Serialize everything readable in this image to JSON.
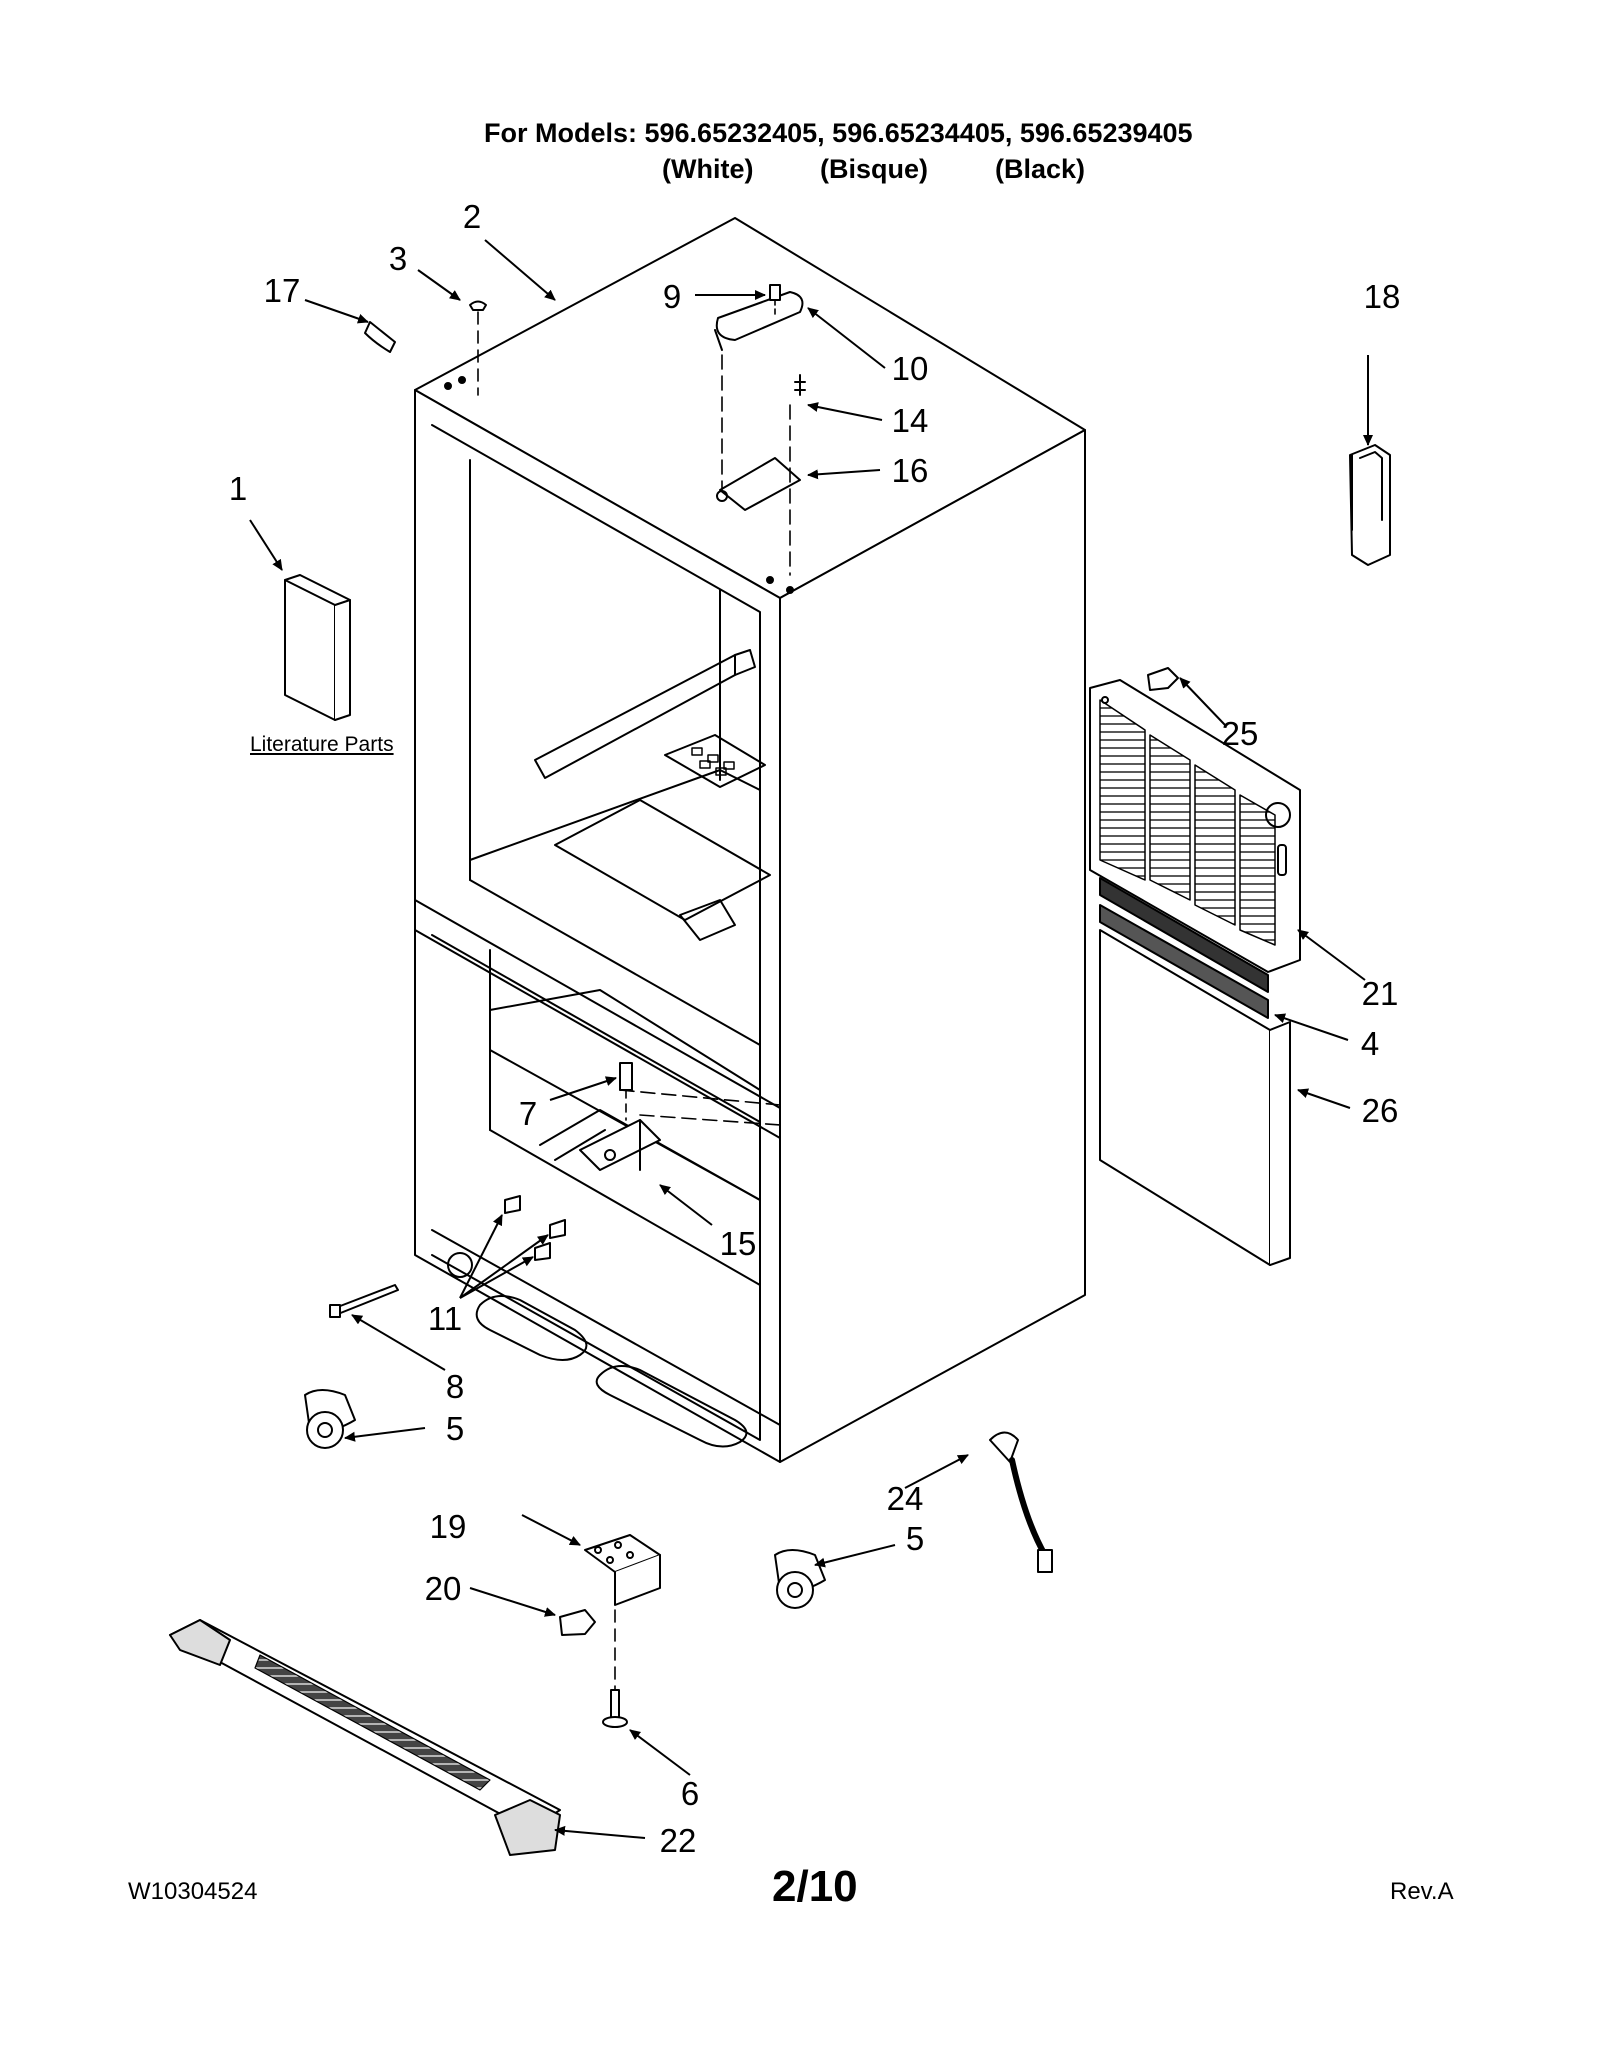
{
  "header": {
    "models_line": "For Models: 596.65232405, 596.65234405, 596.65239405",
    "variants": [
      "(White)",
      "(Bisque)",
      "(Black)"
    ]
  },
  "literature_label": "Literature Parts",
  "callouts": [
    "1",
    "2",
    "3",
    "4",
    "5",
    "5",
    "6",
    "7",
    "8",
    "9",
    "10",
    "11",
    "14",
    "15",
    "16",
    "17",
    "18",
    "19",
    "20",
    "21",
    "22",
    "24",
    "25",
    "26"
  ],
  "footer": {
    "doc_number": "W10304524",
    "page": "2/10",
    "revision": "Rev.A"
  }
}
